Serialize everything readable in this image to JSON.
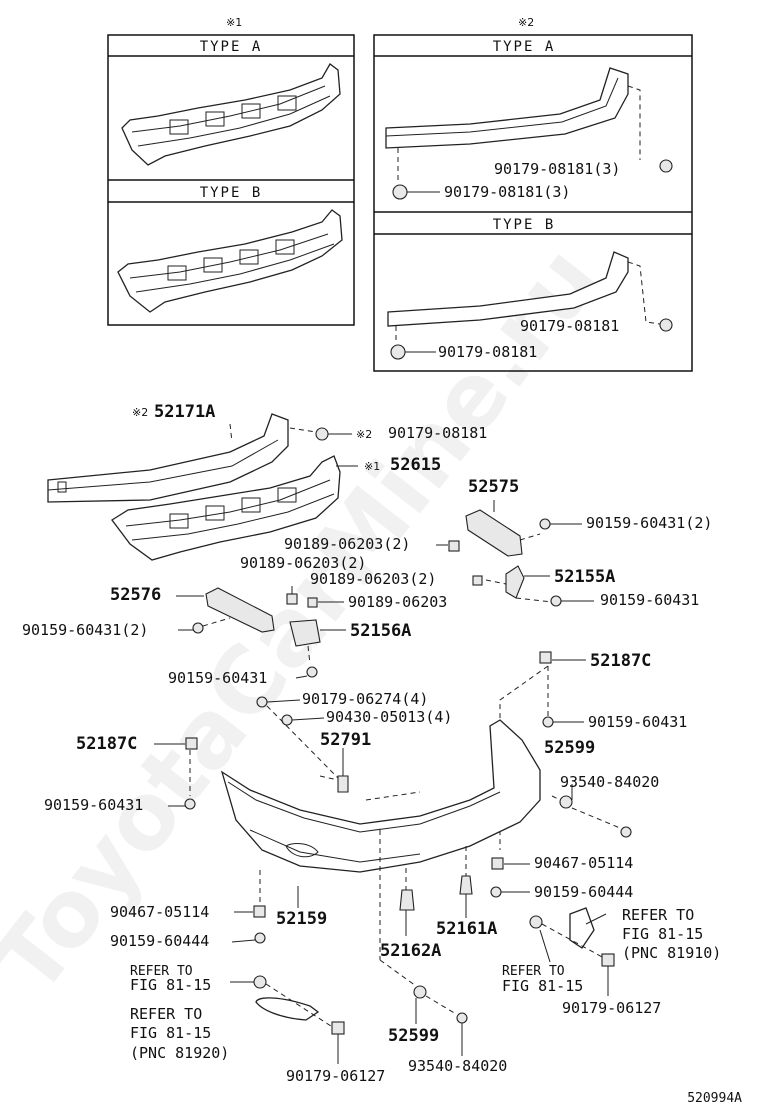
{
  "watermark": "ToyotaCarMine.ru",
  "figure_id": "520994A",
  "groups": [
    {
      "mark": "※1",
      "type_a": "TYPE  A",
      "type_b": "TYPE  B"
    },
    {
      "mark": "※2",
      "type_a": "TYPE  A",
      "type_b": "TYPE  B"
    }
  ],
  "labels": {
    "l01": "90179-08181(3)",
    "l02": "90179-08181(3)",
    "l03": "90179-08181",
    "l04": "90179-08181",
    "l05": "52171A",
    "l06": "90179-08181",
    "l07": "52615",
    "l08": "52575",
    "l09": "90159-60431(2)",
    "l10": "90189-06203(2)",
    "l11": "90189-06203(2)",
    "l12": "90189-06203(2)",
    "l13": "52155A",
    "l14": "52576",
    "l15": "90189-06203",
    "l16": "90159-60431",
    "l17": "90159-60431(2)",
    "l18": "52156A",
    "l19": "90159-60431",
    "l20": "52187C",
    "l21": "90179-06274(4)",
    "l22": "90430-05013(4)",
    "l23": "90159-60431",
    "l24": "52187C",
    "l25": "52791",
    "l26": "52599",
    "l27": "93540-84020",
    "l28": "90159-60431",
    "l29": "90467-05114",
    "l30": "90159-60444",
    "l31": "90467-05114",
    "l32": "52159",
    "l33": "52161A",
    "l34": "90159-60444",
    "l35": "52162A",
    "l36": "REFER TO",
    "l37": "FIG 81-15",
    "l38": "(PNC 81910)",
    "l39": "REFER TO",
    "l40": "FIG 81-15",
    "l41": "REFER TO",
    "l42": "FIG 81-15",
    "l43": "90179-06127",
    "l44": "REFER TO",
    "l45": "FIG 81-15",
    "l46": "(PNC 81920)",
    "l47": "52599",
    "l48": "93540-84020",
    "l49": "90179-06127"
  }
}
